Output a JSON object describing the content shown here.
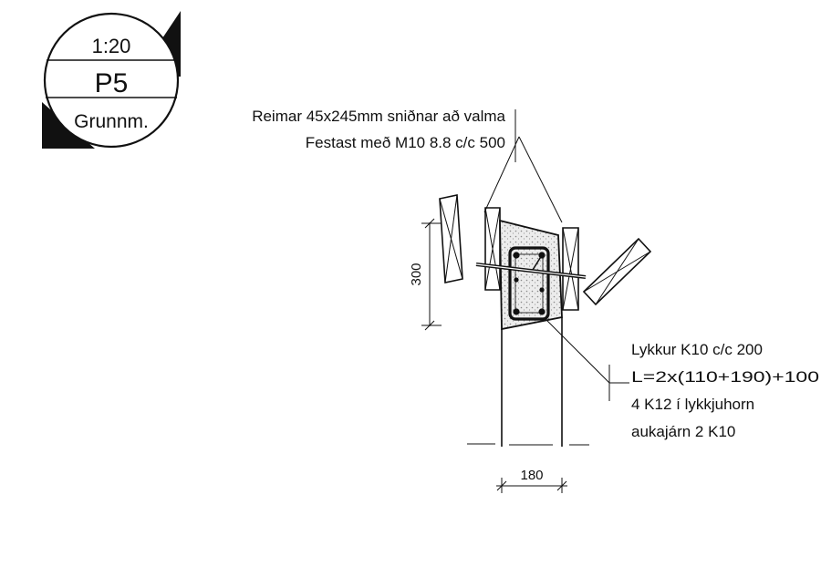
{
  "title_block": {
    "scale": "1:20",
    "id": "P5",
    "type": "Grunnm."
  },
  "annotations": {
    "beam_line_1": "Reimar 45x245mm sniðnar að valma",
    "beam_line_2": "Festast með M10 8.8 c/c 500",
    "rebar_line_1": "Lykkur K10 c/c 200",
    "rebar_line_2": "L=2x(110+190)+100",
    "rebar_line_3": "4 K12 í lykkjuhorn",
    "rebar_line_4": "aukajárn 2 K10"
  },
  "dimensions": {
    "height": "300",
    "width": "180"
  }
}
